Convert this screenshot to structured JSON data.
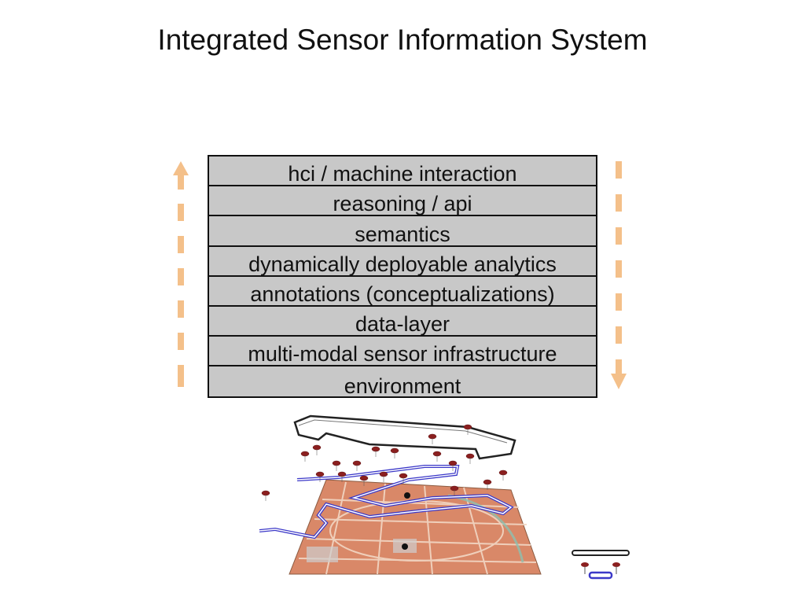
{
  "title": "Integrated Sensor Information System",
  "layers": [
    "hci / machine interaction",
    "reasoning / api",
    "semantics",
    "dynamically deployable analytics",
    "annotations (conceptualizations)",
    "data-layer",
    "multi-modal sensor infrastructure",
    "environment"
  ],
  "colors": {
    "arrow": "#f4c08a",
    "layer_fill": "#c8c8c8",
    "map": "#d98868",
    "pin": "#8b1f1f",
    "route_blue": "#3b38c8"
  },
  "icons": {
    "left_arrow": "dashed-up-arrow-icon",
    "right_arrow": "dashed-down-arrow-icon",
    "sensor": "sensor-pin-icon"
  }
}
